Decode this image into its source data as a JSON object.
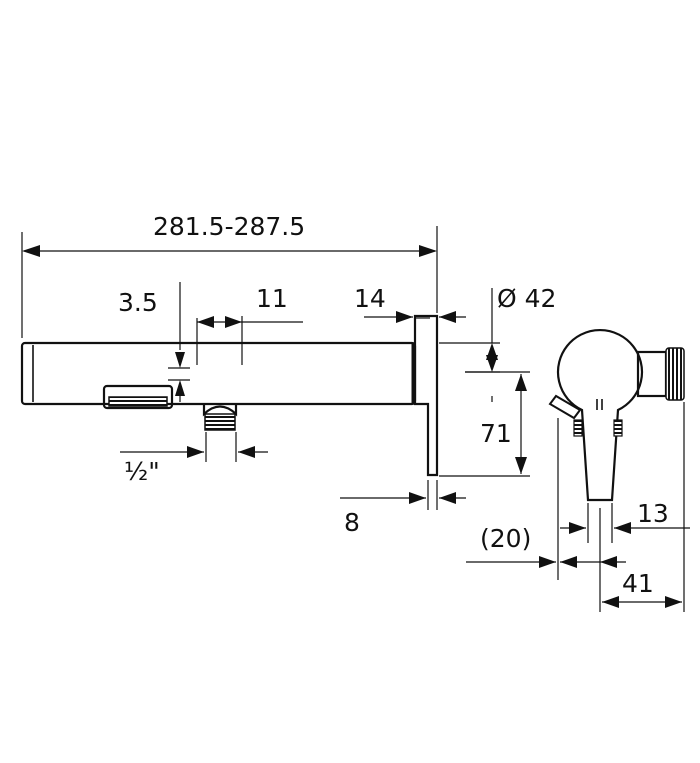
{
  "dimensions": {
    "overall_length": "281.5-287.5",
    "offset_small": "3.5",
    "spacing": "11",
    "wall_plate": "14",
    "diameter": "Ø 42",
    "height": "71",
    "thread": "½\"",
    "plate_thickness": "8",
    "side_offset": "(20)",
    "side_width": "13",
    "side_depth": "41"
  }
}
